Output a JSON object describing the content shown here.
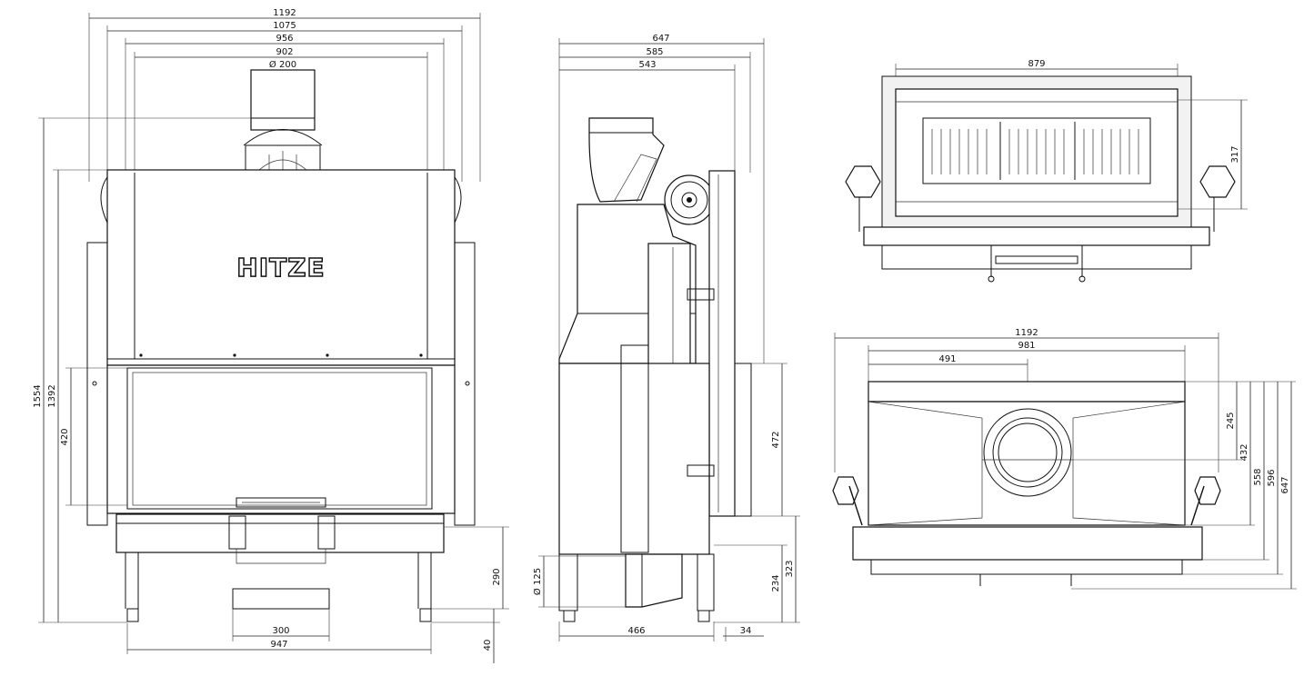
{
  "brand": {
    "logo_text": "HITZE"
  },
  "front_view": {
    "dims_top": [
      "1192",
      "1075",
      "956",
      "902"
    ],
    "flue_diameter": "Ø 200",
    "dims_left": [
      "1554",
      "1392",
      "420"
    ],
    "dims_bottom": [
      "300",
      "947"
    ],
    "dims_right": [
      "290",
      "40"
    ]
  },
  "side_view": {
    "dims_top": [
      "647",
      "585",
      "543"
    ],
    "dims_right": [
      "472",
      "323",
      "234"
    ],
    "dims_bottom": [
      "466",
      "34"
    ],
    "dims_left": [
      "Ø 125"
    ]
  },
  "top_section_view": {
    "dims_top": [
      "879"
    ],
    "dims_right": [
      "317"
    ]
  },
  "plan_view": {
    "dims_top": [
      "1192",
      "981",
      "491"
    ],
    "dims_right": [
      "245",
      "432",
      "558",
      "596",
      "647"
    ]
  }
}
